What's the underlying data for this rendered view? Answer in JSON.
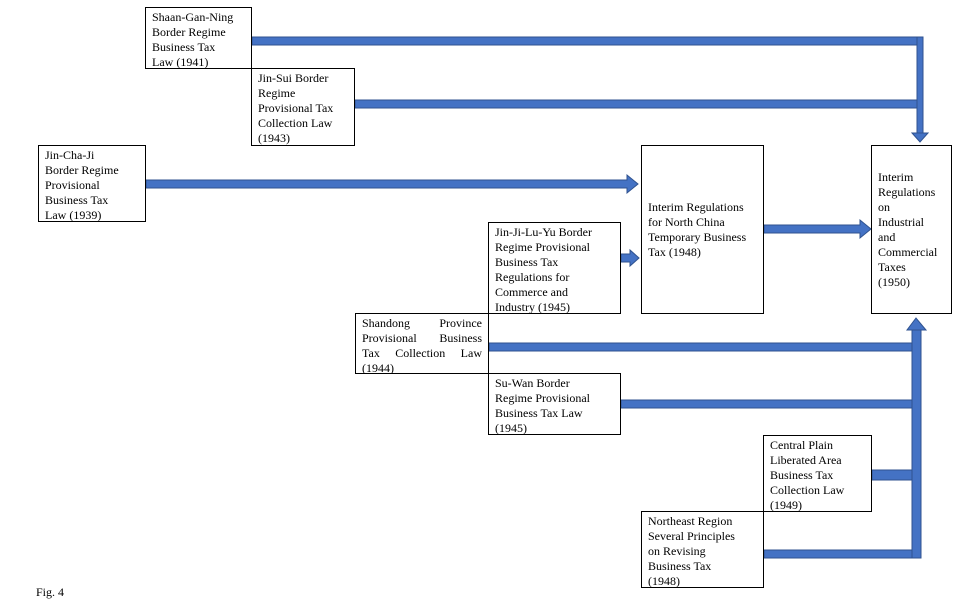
{
  "colors": {
    "arrow_fill": "#4472C4",
    "arrow_stroke": "#2F528F",
    "box_border": "#000000"
  },
  "nodes": {
    "shaan_gan_ning": {
      "lines": [
        "Shaan-Gan-Ning",
        "Border Regime",
        "Business Tax",
        "Law (1941)"
      ]
    },
    "jin_sui": {
      "lines": [
        "Jin-Sui Border",
        "Regime",
        "Provisional Tax",
        "Collection Law",
        "(1943)"
      ]
    },
    "jin_cha_ji": {
      "lines": [
        "Jin-Cha-Ji",
        "Border Regime",
        "Provisional",
        "Business Tax",
        "Law (1939)"
      ]
    },
    "north_china": {
      "lines": [
        "Interim Regulations",
        "for North China",
        "Temporary Business",
        "Tax (1948)"
      ]
    },
    "jin_ji_lu_yu": {
      "lines": [
        "Jin-Ji-Lu-Yu Border",
        "Regime Provisional",
        "Business Tax",
        "Regulations for",
        "Commerce and",
        "Industry (1945)"
      ]
    },
    "shandong": {
      "lines": [
        "Shandong Province",
        "Provisional Business",
        "Tax Collection Law",
        "(1944)"
      ]
    },
    "su_wan": {
      "lines": [
        "Su-Wan Border",
        "Regime Provisional",
        "Business Tax Law",
        "(1945)"
      ]
    },
    "central_plain": {
      "lines": [
        "Central Plain",
        "Liberated Area",
        "Business Tax",
        "Collection Law",
        "(1949)"
      ]
    },
    "northeast": {
      "lines": [
        "Northeast Region",
        "Several Principles",
        "on Revising",
        "Business Tax",
        "(1948)"
      ]
    },
    "interim_1950": {
      "lines": [
        "Interim",
        "Regulations",
        "on",
        "Industrial",
        "and",
        "Commercial",
        "Taxes",
        "(1950)"
      ]
    }
  },
  "caption": "Fig. 4"
}
